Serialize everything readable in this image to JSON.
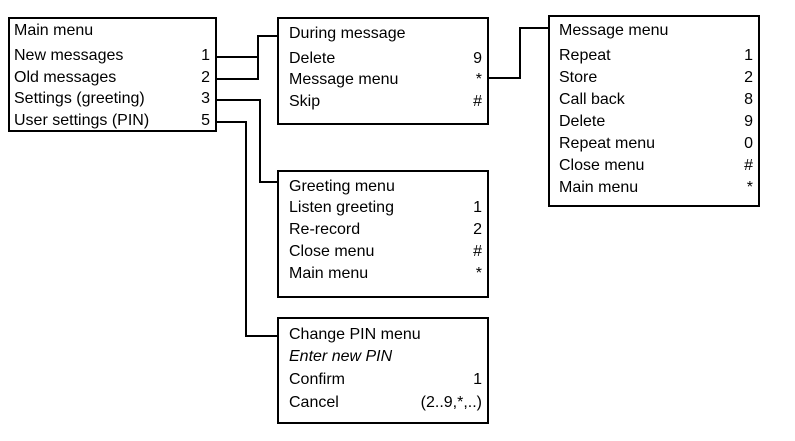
{
  "main_menu": {
    "title": "Main menu",
    "items": [
      {
        "label": "New messages",
        "key": "1"
      },
      {
        "label": "Old messages",
        "key": "2"
      },
      {
        "label": "Settings (greeting)",
        "key": "3"
      },
      {
        "label": "User settings (PIN)",
        "key": "5"
      }
    ]
  },
  "during_message": {
    "title": "During message",
    "items": [
      {
        "label": "Delete",
        "key": "9"
      },
      {
        "label": "Message menu",
        "key": "*"
      },
      {
        "label": "Skip",
        "key": "#"
      }
    ]
  },
  "message_menu": {
    "title": "Message menu",
    "items": [
      {
        "label": "Repeat",
        "key": "1"
      },
      {
        "label": "Store",
        "key": "2"
      },
      {
        "label": "Call back",
        "key": "8"
      },
      {
        "label": "Delete",
        "key": "9"
      },
      {
        "label": "Repeat menu",
        "key": "0"
      },
      {
        "label": "Close menu",
        "key": "#"
      },
      {
        "label": "Main menu",
        "key": "*"
      }
    ]
  },
  "greeting_menu": {
    "title": "Greeting menu",
    "items": [
      {
        "label": "Listen greeting",
        "key": "1"
      },
      {
        "label": "Re-record",
        "key": "2"
      },
      {
        "label": "Close menu",
        "key": "#"
      },
      {
        "label": "Main menu",
        "key": "*"
      }
    ]
  },
  "change_pin_menu": {
    "title": "Change PIN menu",
    "prompt": "Enter new PIN",
    "items": [
      {
        "label": "Confirm",
        "key": "1"
      },
      {
        "label": "Cancel",
        "key": "(2..9,*,..)"
      }
    ]
  }
}
